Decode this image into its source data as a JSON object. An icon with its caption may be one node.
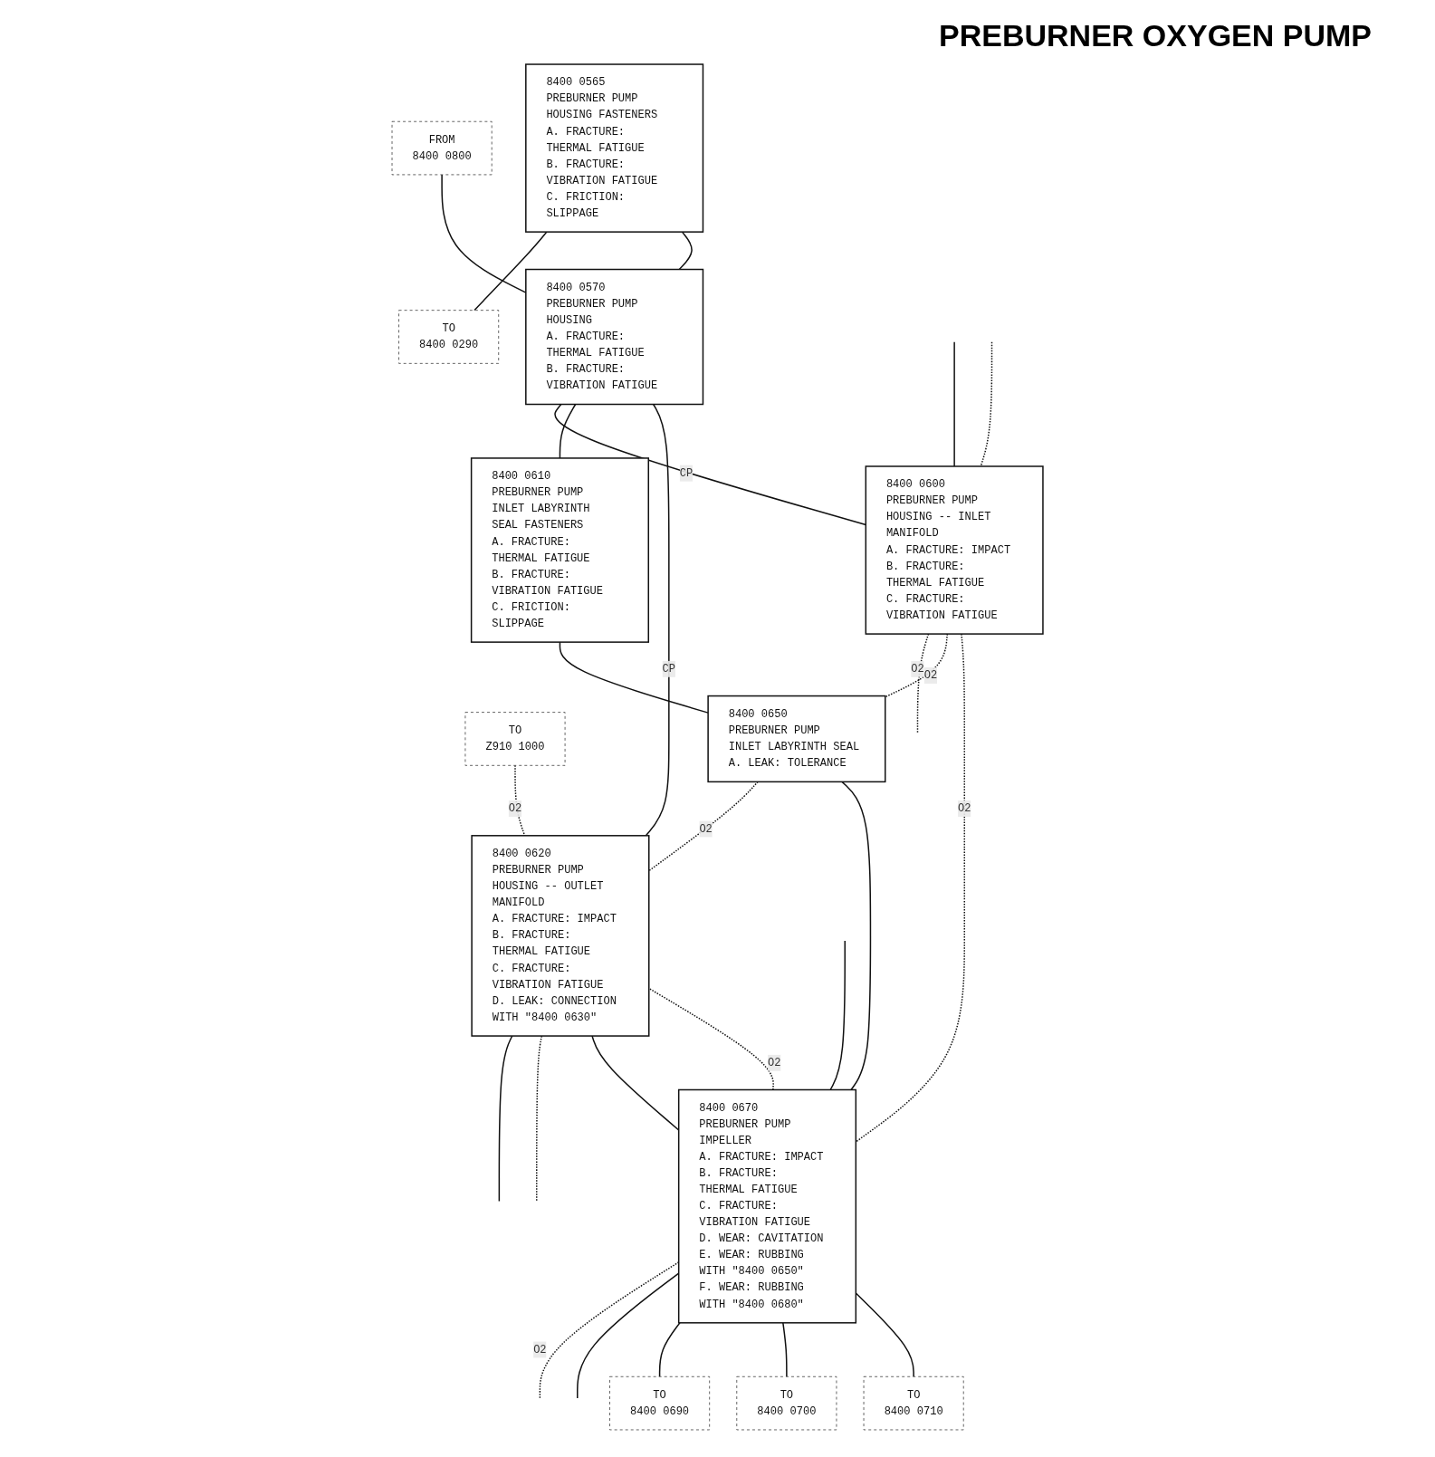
{
  "diagram": {
    "title": "PREBURNER OXYGEN PUMP",
    "nodes": [
      {
        "text": [
          "TO",
          "8400 0290"
        ]
      },
      {
        "text": [
          "FROM",
          "8400 0800"
        ]
      },
      {
        "text": [
          "8400 0565",
          "PREBURNER PUMP HOUSING FASTENERS",
          "A. FRACTURE: THERMAL FATIGUE",
          "B. FRACTURE: VIBRATION FATIGUE",
          "C. FRICTION: SLIPPAGE"
        ]
      },
      {
        "text": [
          "8400 0570",
          "PREBURNER PUMP HOUSING",
          "A. FRACTURE: THERMAL FATIGUE",
          "B. FRACTURE: VIBRATION FATIGUE"
        ]
      },
      {
        "text": [
          "TO",
          "Z910 1000"
        ]
      },
      {
        "text": [
          "8400 0600",
          "PREBURNER PUMP HOUSING -- INLET MANIFOLD",
          "A. FRACTURE: IMPACT",
          "B. FRACTURE: THERMAL FATIGUE",
          "C. FRACTURE: VIBRATION FATIGUE"
        ]
      },
      {
        "text": [
          "8400 0610",
          "PREBURNER PUMP INLET LABYRINTH SEAL FASTENERS",
          "A. FRACTURE: THERMAL FATIGUE",
          "B. FRACTURE: VIBRATION FATIGUE",
          "C. FRICTION: SLIPPAGE"
        ]
      },
      {
        "text": [
          "8400 0620",
          "PREBURNER PUMP HOUSING -- OUTLET MANIFOLD",
          "A. FRACTURE: IMPACT",
          "B. FRACTURE: THERMAL FATIGUE",
          "C. FRACTURE: VIBRATION FATIGUE",
          "D. LEAK: CONNECTION WITH \"8400 0630\""
        ]
      },
      {
        "text": [
          "8400 0650",
          "PREBURNER PUMP INLET LABYRINTH SEAL",
          "A. LEAK: TOLERANCE"
        ]
      },
      {
        "text": [
          "8400 0670",
          "PREBURNER PUMP IMPELLER",
          "A. FRACTURE: IMPACT",
          "B. FRACTURE: THERMAL FATIGUE",
          "C. FRACTURE: VIBRATION FATIGUE",
          "D. WEAR: CAVITATION",
          "E. WEAR: RUBBING WITH \"8400 0650\"",
          "F. WEAR: RUBBING WITH \"8400 0680\""
        ]
      },
      {
        "text": [
          "TO",
          "8400 0690"
        ]
      },
      {
        "text": [
          "TO",
          "8400 0700"
        ]
      },
      {
        "text": [
          "TO",
          "8400 0710"
        ]
      }
    ],
    "edges": [
      {
        "from": 2,
        "to": 0,
        "arrow": "none"
      },
      {
        "from": 1,
        "to": 3,
        "arrow": "none"
      },
      {
        "from": 2,
        "to": 3,
        "arrow": "none"
      },
      {
        "from": 3,
        "to": 5,
        "arrow": "none",
        "label": "CP"
      },
      {
        "from": 3,
        "to": 6,
        "arrow": "none"
      },
      {
        "from": 3,
        "to": 7,
        "arrow": "none",
        "label": "CP"
      },
      {
        "from": 4,
        "to": 7,
        "arrow": "none",
        "label": "O2",
        "style": "dashed"
      },
      {
        "from": null,
        "to": 5,
        "arrow": "none"
      },
      {
        "from": null,
        "to": 5,
        "arrow": "none",
        "style": "dashed"
      },
      {
        "from": 5,
        "to": null,
        "arrow": "none",
        "label": "O2",
        "style": "dashed"
      },
      {
        "from": 7,
        "to": null,
        "arrow": "none"
      },
      {
        "from": 7,
        "to": null,
        "arrow": "none",
        "style": "dashed"
      },
      {
        "from": 6,
        "to": 8,
        "arrow": "none"
      },
      {
        "from": 5,
        "to": 8,
        "arrow": "none",
        "label": "O2",
        "style": "dashed"
      },
      {
        "from": 8,
        "to": 7,
        "arrow": "none",
        "label": "O2",
        "style": "dashed"
      },
      {
        "from": 5,
        "to": 9,
        "arrow": "none",
        "label": "O2",
        "style": "dashed"
      },
      {
        "from": 8,
        "to": 9,
        "arrow": "none"
      },
      {
        "from": 9,
        "to": 7,
        "arrow": "none",
        "label": "O2",
        "style": "dashed"
      },
      {
        "from": 7,
        "to": 9,
        "arrow": "none"
      },
      {
        "from": null,
        "to": 9,
        "arrow": "none"
      },
      {
        "from": 9,
        "to": null,
        "arrow": "none",
        "label": "O2",
        "style": "dashed"
      },
      {
        "from": 9,
        "to": null,
        "arrow": "none"
      },
      {
        "from": 9,
        "to": 10,
        "arrow": "none"
      },
      {
        "from": 9,
        "to": 11,
        "arrow": "none"
      },
      {
        "from": 9,
        "to": 12,
        "arrow": "none"
      }
    ]
  }
}
